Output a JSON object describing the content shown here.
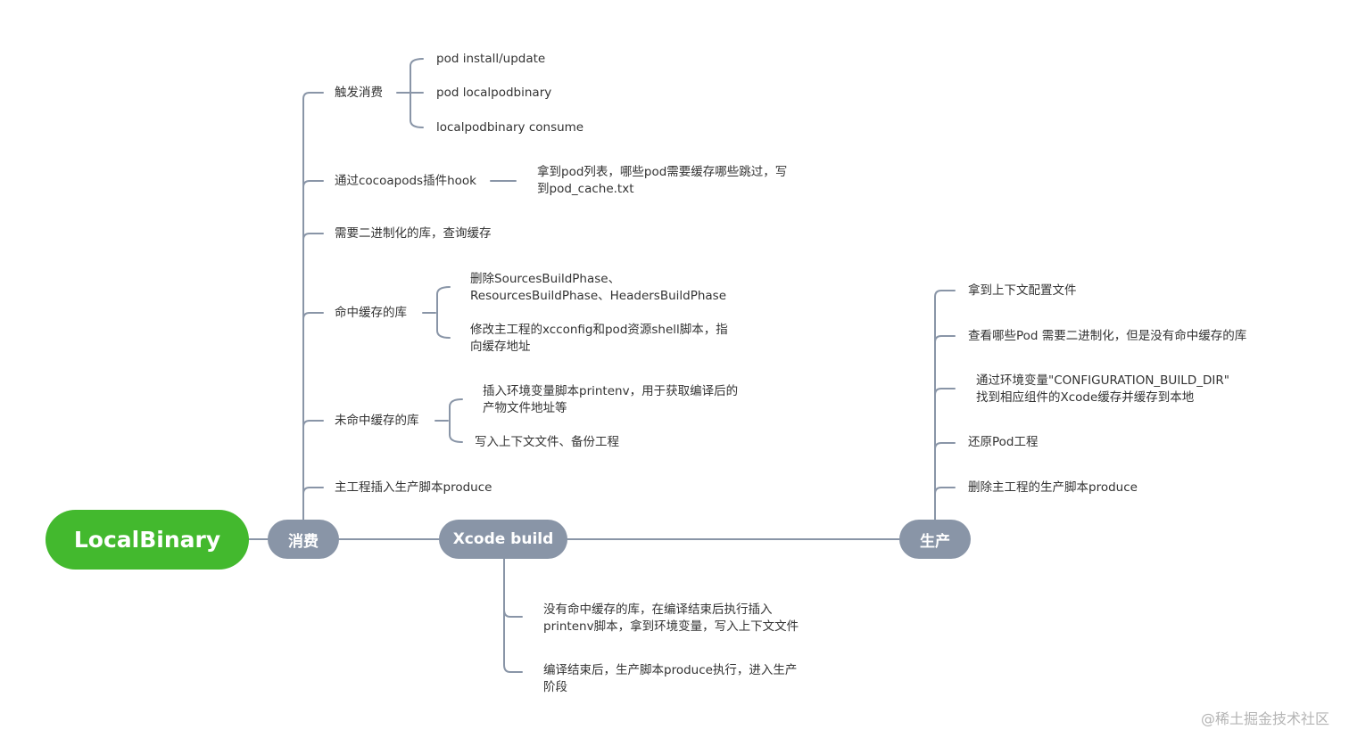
{
  "root": "LocalBinary",
  "main_nodes": {
    "consume": "消费",
    "xcode": "Xcode build",
    "produce": "生产"
  },
  "consume": {
    "trigger": "触发消费",
    "trigger_items": [
      "pod install/update",
      "pod localpodbinary",
      "localpodbinary consume"
    ],
    "hook": "通过cocoapods插件hook",
    "hook_detail": [
      "拿到pod列表，哪些pod需要缓存哪些跳过，写",
      "到pod_cache.txt"
    ],
    "query": "需要二进制化的库，查询缓存",
    "hit": "命中缓存的库",
    "hit_items": [
      [
        "删除SourcesBuildPhase、",
        "ResourcesBuildPhase、HeadersBuildPhase"
      ],
      [
        "修改主工程的xcconfig和pod资源shell脚本，指",
        "向缓存地址"
      ]
    ],
    "miss": "未命中缓存的库",
    "miss_items": [
      [
        "插入环境变量脚本printenv，用于获取编译后的",
        "产物文件地址等"
      ],
      [
        "写入上下文文件、备份工程"
      ]
    ],
    "insert_script": "主工程插入生产脚本produce"
  },
  "xcode_items": [
    [
      "没有命中缓存的库，在编译结束后执行插入",
      "printenv脚本，拿到环境变量，写入上下文文件"
    ],
    [
      "编译结束后，生产脚本produce执行，进入生产",
      "阶段"
    ]
  ],
  "produce_items": [
    [
      "拿到上下文配置文件"
    ],
    [
      "查看哪些Pod 需要二进制化，但是没有命中缓存的库"
    ],
    [
      "通过环境变量\"CONFIGURATION_BUILD_DIR\"",
      "找到相应组件的Xcode缓存并缓存到本地"
    ],
    [
      "还原Pod工程"
    ],
    [
      "删除主工程的生产脚本produce"
    ]
  ],
  "watermark": "@稀土掘金技术社区",
  "colors": {
    "root": "#43b92e",
    "main_node": "#8995a7",
    "connector": "#8995a7",
    "text": "#333333"
  }
}
